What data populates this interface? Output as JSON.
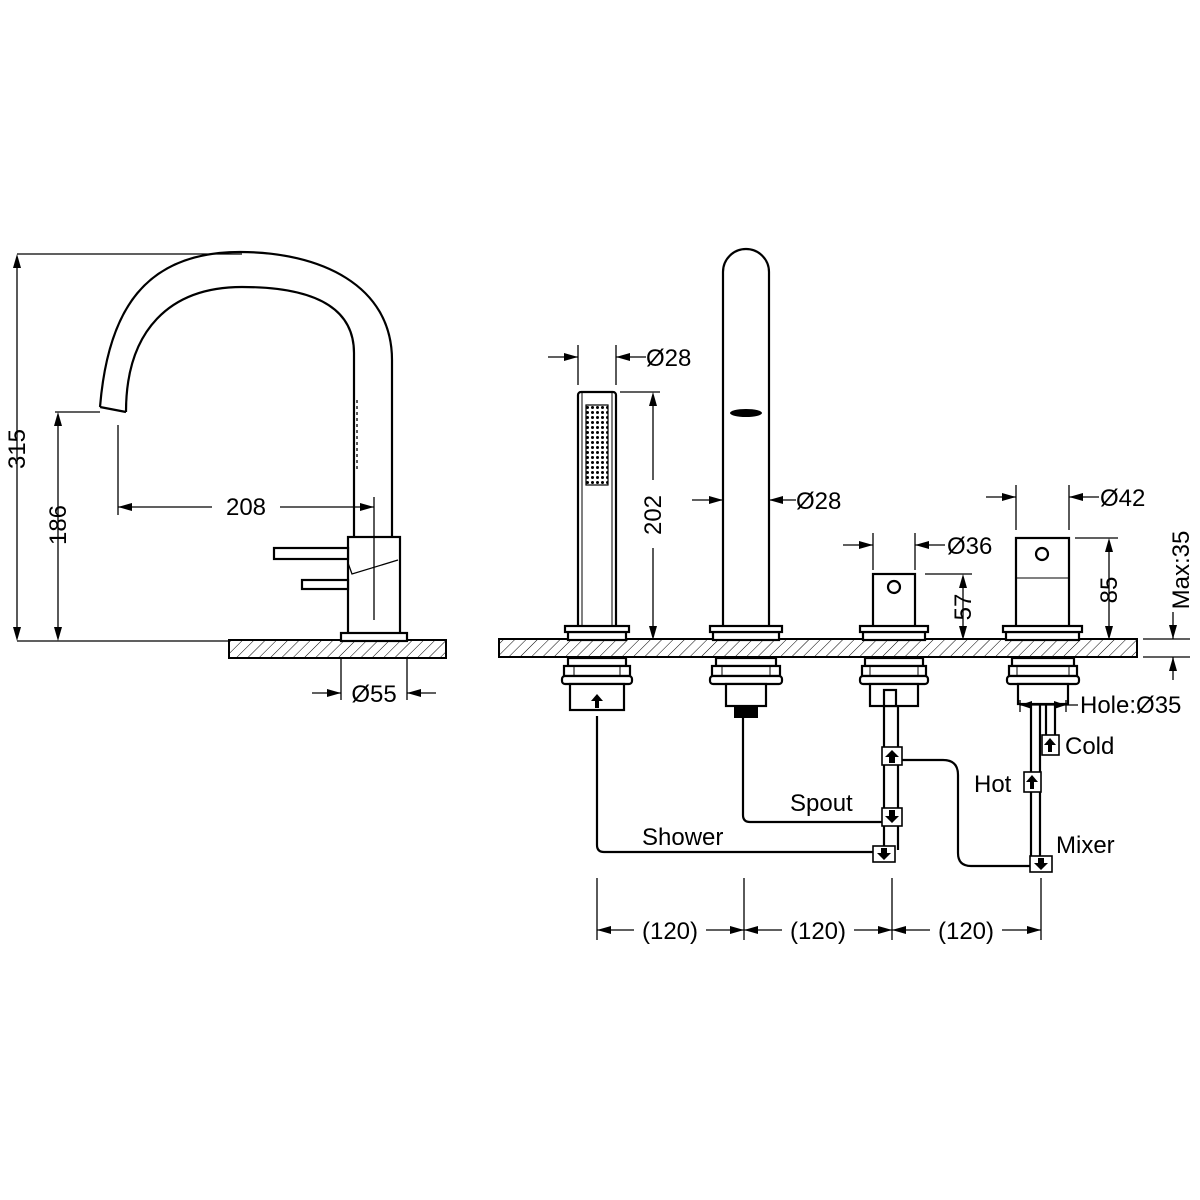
{
  "colors": {
    "line": "#000000",
    "background": "#ffffff"
  },
  "dimensions": {
    "total_height": "315",
    "spout_height": "186",
    "spout_reach": "208",
    "base_diameter": "Ø55",
    "handshower_diameter": "Ø28",
    "handshower_height": "202",
    "spout_diameter": "Ø28",
    "diverter_diameter": "Ø36",
    "diverter_height": "57",
    "mixer_diameter": "Ø42",
    "mixer_height": "85",
    "deck_thickness": "Max:35",
    "hole_size": "Hole:Ø35",
    "spacing_1": "(120)",
    "spacing_2": "(120)",
    "spacing_3": "(120)"
  },
  "labels": {
    "shower": "Shower",
    "spout": "Spout",
    "hot": "Hot",
    "cold": "Cold",
    "mixer": "Mixer"
  }
}
